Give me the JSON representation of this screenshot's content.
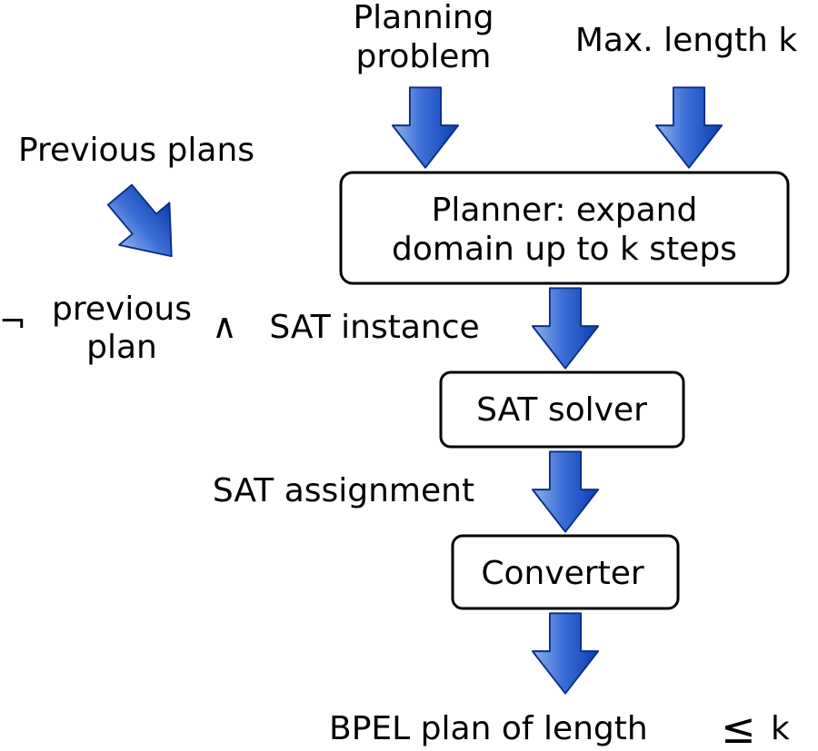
{
  "inputs": {
    "planning_problem_line1": "Planning",
    "planning_problem_line2": "problem",
    "max_length": "Max. length k",
    "previous_plans": "Previous plans"
  },
  "boxes": {
    "planner_line1": "Planner: expand",
    "planner_line2": "domain up to k steps",
    "sat_solver": "SAT solver",
    "converter": "Converter"
  },
  "labels": {
    "negation_symbol": "¬",
    "previous_plan_line1": "previous",
    "previous_plan_line2": "plan",
    "and_symbol": "∧",
    "sat_instance": "SAT instance",
    "sat_assignment": "SAT assignment"
  },
  "output": {
    "bpel_plan": "BPEL plan of length",
    "leq_symbol": "≤",
    "k": "k"
  },
  "colors": {
    "arrow_light": "#7aa4e8",
    "arrow_dark": "#0a3fb0",
    "arrow_stroke": "#0b2f86",
    "box_stroke": "#000000"
  }
}
